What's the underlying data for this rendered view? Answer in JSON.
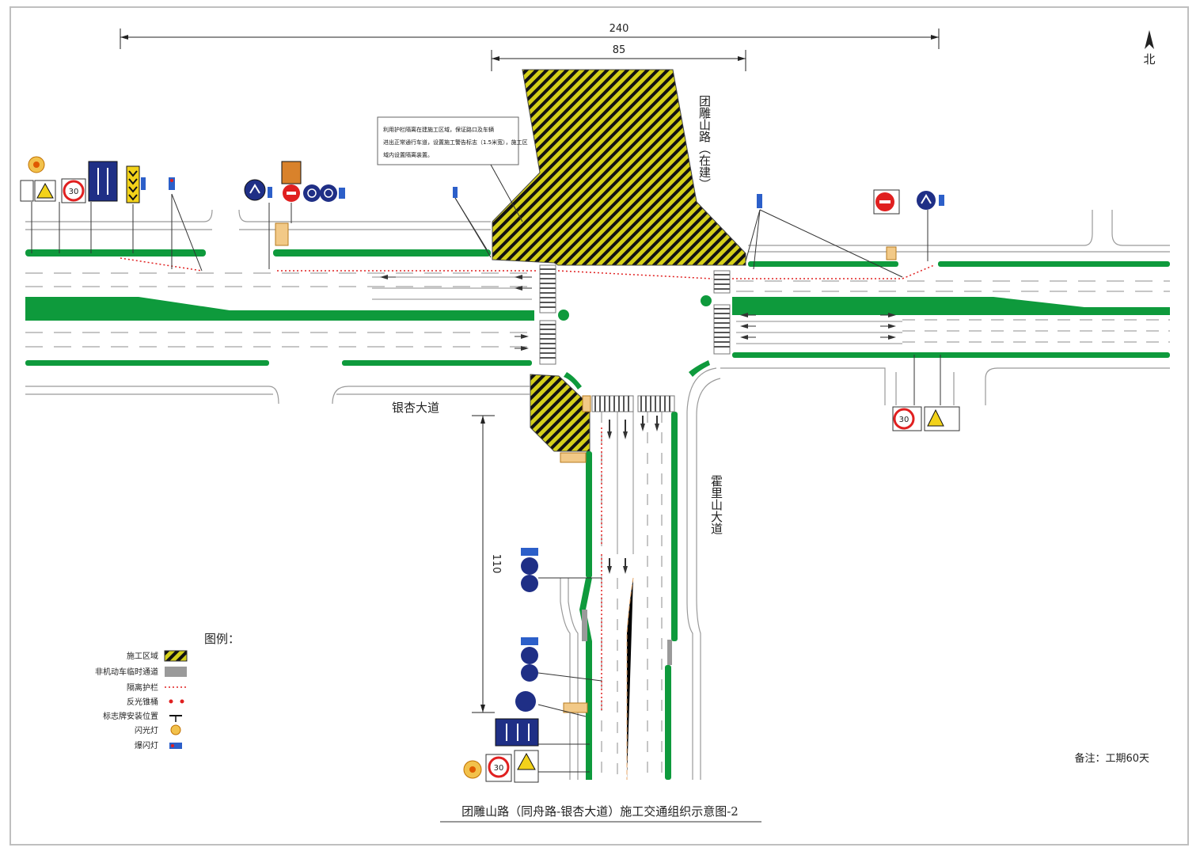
{
  "dimensions": {
    "total_width": "240",
    "work_zone_width": "85",
    "south_length": "110"
  },
  "compass": {
    "label": "北"
  },
  "roads": {
    "west_east": "银杏大道",
    "south_road": "霍里山大道",
    "north_road": "团雕山路（在建）"
  },
  "annotation": {
    "text_lines": [
      "利用护栏隔离在建施工区域，保证路口及车辆",
      "进出正常通行车道，设置施工警告标志（1.5米宽），施工区",
      "域内设置隔离装置。"
    ]
  },
  "legend": {
    "title": "图例：",
    "items": [
      {
        "label": "施工区域",
        "swatch": "hatch"
      },
      {
        "label": "非机动车临时通道",
        "swatch": "gray"
      },
      {
        "label": "隔离护栏",
        "swatch": "barrier"
      },
      {
        "label": "反光锥桶",
        "swatch": "cone"
      },
      {
        "label": "标志牌安装位置",
        "swatch": "signpos"
      },
      {
        "label": "闪光灯",
        "swatch": "flash"
      },
      {
        "label": "爆闪灯",
        "swatch": "strobe"
      }
    ]
  },
  "note": "备注：工期60天",
  "title": "团雕山路（同舟路-银杏大道）施工交通组织示意图-2",
  "signs": {
    "speed_limit": "30"
  },
  "colors": {
    "green": "#0e9a3c",
    "navy": "#1f2f86",
    "hatch_yellow": "#d4cf1a",
    "red": "#e02020"
  }
}
